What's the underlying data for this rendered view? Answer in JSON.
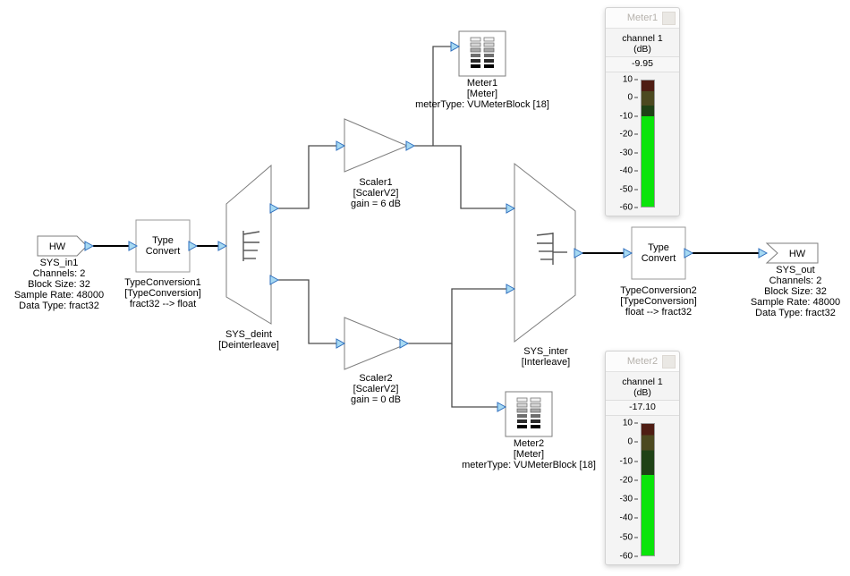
{
  "diagram": {
    "sys_in": {
      "port_label": "HW",
      "name": "SYS_in1",
      "props": [
        "Channels: 2",
        "Block Size: 32",
        "Sample Rate: 48000",
        "Data Type: fract32"
      ]
    },
    "tc1": {
      "box_line1": "Type",
      "box_line2": "Convert",
      "name": "TypeConversion1",
      "type": "[TypeConversion]",
      "detail": "fract32 --> float"
    },
    "deint": {
      "name": "SYS_deint",
      "type": "[Deinterleave]"
    },
    "scaler1": {
      "name": "Scaler1",
      "type": "[ScalerV2]",
      "detail": "gain = 6 dB"
    },
    "scaler2": {
      "name": "Scaler2",
      "type": "[ScalerV2]",
      "detail": "gain = 0 dB"
    },
    "meter1": {
      "name": "Meter1",
      "type": "[Meter]",
      "detail": "meterType: VUMeterBlock [18]"
    },
    "meter2": {
      "name": "Meter2",
      "type": "[Meter]",
      "detail": "meterType: VUMeterBlock [18]"
    },
    "inter": {
      "name": "SYS_inter",
      "type": "[Interleave]"
    },
    "tc2": {
      "box_line1": "Type",
      "box_line2": "Convert",
      "name": "TypeConversion2",
      "type": "[TypeConversion]",
      "detail": "float --> fract32"
    },
    "sys_out": {
      "port_label": "HW",
      "name": "SYS_out",
      "props": [
        "Channels: 2",
        "Block Size: 32",
        "Sample Rate: 48000",
        "Data Type: fract32"
      ]
    }
  },
  "meter_panels": [
    {
      "title": "Meter1",
      "channel_label": "channel 1",
      "unit_label": "(dB)",
      "value_text": "-9.95",
      "value_db": -9.95,
      "scale_max": 10,
      "scale_min": -60,
      "scale_ticks": [
        10,
        0,
        -10,
        -20,
        -30,
        -40,
        -50,
        -60
      ],
      "zones": [
        {
          "from": 10,
          "to": 4,
          "color": "#4e1d13"
        },
        {
          "from": 4,
          "to": -4,
          "color": "#4c4920"
        },
        {
          "from": -4,
          "to": -60,
          "color": "#1f4216"
        }
      ],
      "lit_color": "#0ae40a"
    },
    {
      "title": "Meter2",
      "channel_label": "channel 1",
      "unit_label": "(dB)",
      "value_text": "-17.10",
      "value_db": -17.1,
      "scale_max": 10,
      "scale_min": -60,
      "scale_ticks": [
        10,
        0,
        -10,
        -20,
        -30,
        -40,
        -50,
        -60
      ],
      "zones": [
        {
          "from": 10,
          "to": 4,
          "color": "#4e1d13"
        },
        {
          "from": 4,
          "to": -4,
          "color": "#4c4920"
        },
        {
          "from": -4,
          "to": -60,
          "color": "#1f4216"
        }
      ],
      "lit_color": "#0ae40a"
    }
  ],
  "colors": {
    "wire": "#4a4a4a",
    "wire_bold": "#000000",
    "block_stroke": "#7d7d7d",
    "pin_fill": "#a6d9f2",
    "pin_stroke": "#2f6fbe"
  }
}
